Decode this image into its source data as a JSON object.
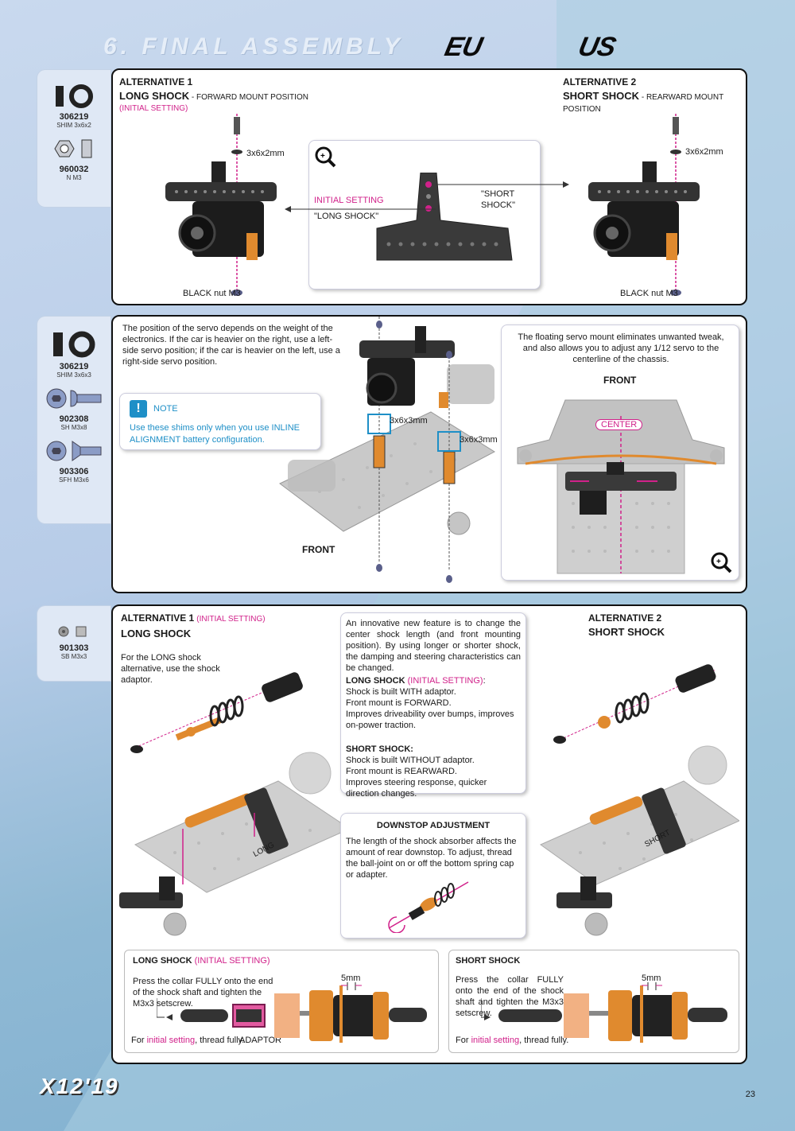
{
  "header": {
    "title": "6. FINAL ASSEMBLY",
    "region_eu": "EU",
    "region_us": "US"
  },
  "section1": {
    "parts": [
      {
        "code": "306219",
        "desc": "SHIM 3x6x2"
      },
      {
        "code": "960032",
        "desc": "N M3"
      }
    ],
    "alt1_label": "ALTERNATIVE 1",
    "alt1_title": "LONG SHOCK",
    "alt1_sub": " - FORWARD MOUNT POSITION",
    "alt1_initial": "(INITIAL SETTING)",
    "alt2_label": "ALTERNATIVE 2",
    "alt2_title": "SHORT SHOCK",
    "alt2_sub": " - REARWARD MOUNT POSITION",
    "shim_label_left": "3x6x2mm",
    "shim_label_right": "3x6x2mm",
    "initial_setting": "INITIAL SETTING",
    "long_shock_q": "\"LONG SHOCK\"",
    "short_shock_q": "\"SHORT SHOCK\"",
    "nut_left": "BLACK nut M3",
    "nut_right": "BLACK nut M3",
    "detail": "DETAIL"
  },
  "section2": {
    "parts": [
      {
        "code": "306219",
        "desc": "SHIM 3x6x3"
      },
      {
        "code": "902308",
        "desc": "SH M3x8"
      },
      {
        "code": "903306",
        "desc": "SFH M3x6"
      }
    ],
    "text": "The position of the servo depends on the weight of the electronics. If the car is heavier on the right, use a left-side servo position; if the car is heavier on the left, use a right-side servo position.",
    "note_title": "NOTE",
    "note_text_a": "Use these shims only when you use ",
    "note_text_b": "INLINE ALIGNMENT",
    "note_text_c": " battery configuration.",
    "shim1": "3x6x3mm",
    "shim2": "3x6x3mm",
    "front": "FRONT",
    "right_text": "The floating servo mount eliminates unwanted tweak, and also allows you to adjust any 1/12 servo to the centerline of the chassis.",
    "right_front": "FRONT",
    "center": "CENTER",
    "detail": "DETAIL"
  },
  "section3": {
    "parts": [
      {
        "code": "901303",
        "desc": "SB M3x3"
      }
    ],
    "alt1_label": "ALTERNATIVE 1",
    "alt1_initial": "(INITIAL SETTING)",
    "alt1_title": "LONG SHOCK",
    "alt1_text": "For the LONG shock alternative, use the shock adaptor.",
    "alt2_label": "ALTERNATIVE 2",
    "alt2_title": "SHORT SHOCK",
    "info_intro": "An innovative new feature is to change the center shock length (and front mounting position). By using longer or shorter shock, the damping and steering characteristics can be changed.",
    "info_long_title": "LONG SHOCK",
    "info_long_initial": "(INITIAL SETTING)",
    "info_long_colon": ":",
    "info_long_lines": [
      "Shock is built WITH adaptor.",
      "Front mount is FORWARD.",
      "Improves driveability over bumps, improves on-power traction."
    ],
    "info_short_title": "SHORT SHOCK:",
    "info_short_lines": [
      "Shock is built WITHOUT adaptor.",
      "Front mount is REARWARD.",
      "Improves steering response, quicker direction changes."
    ],
    "long_label": "LONG",
    "short_label": "SHORT",
    "downstop_title": "DOWNSTOP ADJUSTMENT",
    "downstop_text": "The length of the shock absorber affects the amount of rear downstop. To adjust, thread the ball-joint on or off the bottom spring cap or adapter.",
    "bl_title": "LONG SHOCK",
    "bl_initial": "(INITIAL SETTING)",
    "bl_text": "Press the collar FULLY onto the end of the shock shaft and tighten the M3x3 setscrew.",
    "bl_5mm": "5mm",
    "bl_for": "For ",
    "bl_initial2": "initial setting",
    "bl_thread": ", thread fully.",
    "bl_adaptor": "ADAPTOR",
    "br_title": "SHORT SHOCK",
    "br_text": "Press the collar FULLY onto the end of the shock shaft and tighten the M3x3 setscrew.",
    "br_5mm": "5mm",
    "br_for": "For ",
    "br_initial2": "initial setting",
    "br_thread": ", thread fully."
  },
  "footer": {
    "logo": "X12'19",
    "page": "23"
  }
}
